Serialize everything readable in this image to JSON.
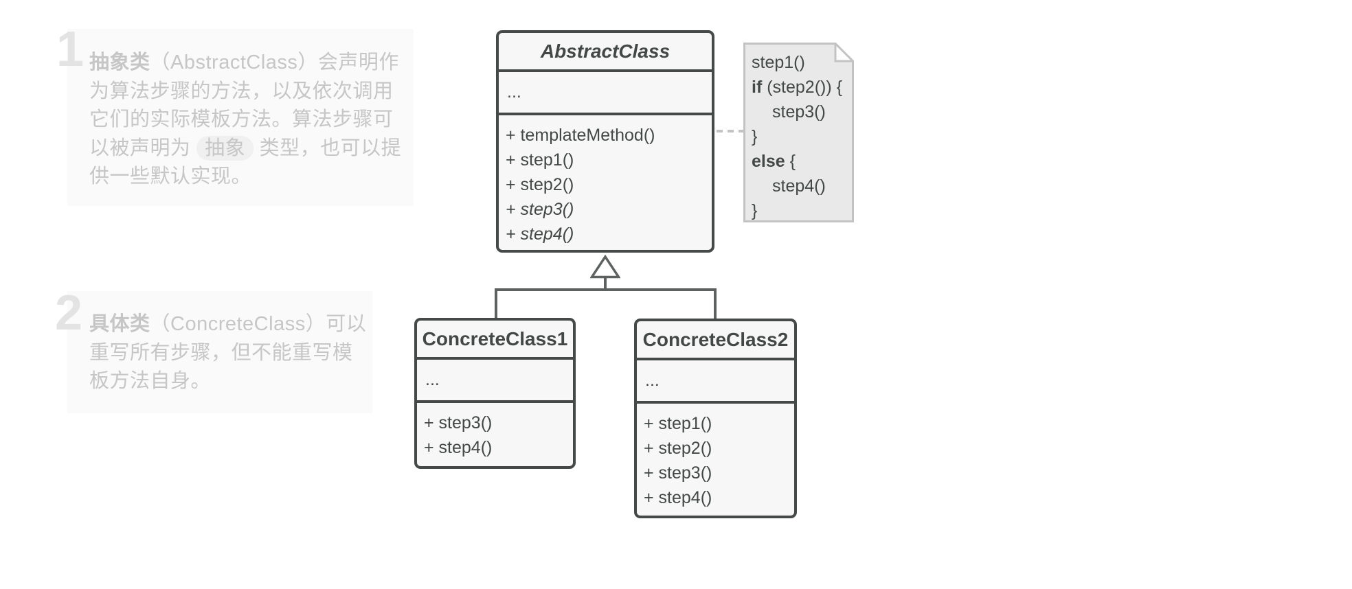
{
  "colors": {
    "page-bg": "#ffffff",
    "line": "#5d6160",
    "box-border": "#454a49",
    "box-fill": "#f7f7f7",
    "box-text": "#434847",
    "tri-fill": "#ffffff",
    "note-fill": "#e9e9e9",
    "note-border": "#c3c3c3",
    "note-flap": "#fdfdfd",
    "dash": "#c3c3c3",
    "ann-bg": "#fafafa",
    "ann-text": "#c6c6c6",
    "ann-number": "#e3e3e3",
    "pill-bg": "#f0f0f0"
  },
  "annotations": [
    {
      "number": "1",
      "lines": [
        [
          {
            "t": "抽象类",
            "b": true
          },
          {
            "t": "（AbstractClass）会声明作"
          }
        ],
        [
          {
            "t": "为算法步骤的方法，以及依次调用"
          }
        ],
        [
          {
            "t": "它们的实际模板方法。算法步骤可"
          }
        ],
        [
          {
            "t": "以被声明为 "
          },
          {
            "t": "抽象",
            "pill": true
          },
          {
            "t": " 类型，也可以提"
          }
        ],
        [
          {
            "t": "供一些默认实现。"
          }
        ]
      ]
    },
    {
      "number": "2",
      "lines": [
        [
          {
            "t": "具体类",
            "b": true
          },
          {
            "t": "（ConcreteClass）可以"
          }
        ],
        [
          {
            "t": "重写所有步骤，但不能重写模"
          }
        ],
        [
          {
            "t": "板方法自身。"
          }
        ]
      ]
    }
  ],
  "uml": {
    "abstract_class": {
      "title": "AbstractClass",
      "fields": "...",
      "methods": [
        [
          {
            "t": "+ templateMethod()"
          }
        ],
        [
          {
            "t": "+ step1()"
          }
        ],
        [
          {
            "t": "+ step2()"
          }
        ],
        [
          {
            "t": "+ step3()",
            "i": true
          }
        ],
        [
          {
            "t": "+ step4()",
            "i": true
          }
        ]
      ]
    },
    "concrete_class_1": {
      "title": "ConcreteClass1",
      "fields": "...",
      "methods": [
        [
          {
            "t": "+ step3()"
          }
        ],
        [
          {
            "t": "+ step4()"
          }
        ]
      ]
    },
    "concrete_class_2": {
      "title": "ConcreteClass2",
      "fields": "...",
      "methods": [
        [
          {
            "t": "+ step1()"
          }
        ],
        [
          {
            "t": "+ step2()"
          }
        ],
        [
          {
            "t": "+ step3()"
          }
        ],
        [
          {
            "t": "+ step4()"
          }
        ]
      ]
    }
  },
  "note": {
    "lines": [
      [
        {
          "t": "step1()"
        }
      ],
      [
        {
          "t": "if",
          "b": true
        },
        {
          "t": " (step2()) {"
        }
      ],
      [
        {
          "t": "step3()",
          "indent": true
        }
      ],
      [
        {
          "t": "}"
        }
      ],
      [
        {
          "t": "else",
          "b": true
        },
        {
          "t": " {"
        }
      ],
      [
        {
          "t": "step4()",
          "indent": true
        }
      ],
      [
        {
          "t": "}"
        }
      ]
    ]
  }
}
